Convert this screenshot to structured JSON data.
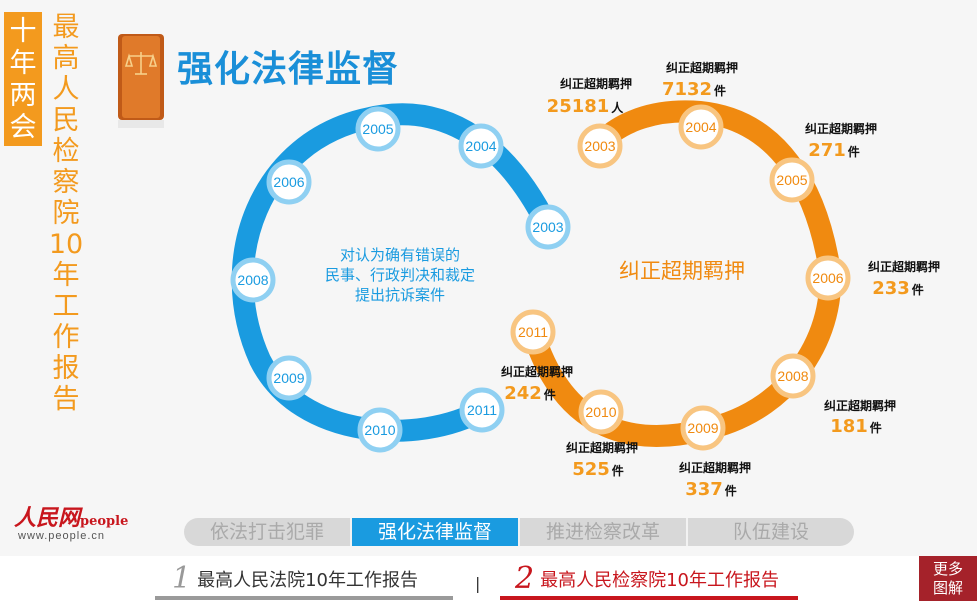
{
  "side_tag": "十年两会",
  "side_title": "最高人民检察院10年工作报告",
  "main_title": "强化法律监督",
  "blue_ring_text": [
    "对认为确有错误的",
    "民事、行政判决和裁定",
    "提出抗诉案件"
  ],
  "orange_ring_text": "纠正超期羁押",
  "chart_data": {
    "type": "scatter",
    "title": "强化法律监督",
    "series": [
      {
        "name": "对认为确有错误的民事、行政判决和裁定提出抗诉案件",
        "points": [
          {
            "year": "2003"
          },
          {
            "year": "2004"
          },
          {
            "year": "2005"
          },
          {
            "year": "2006"
          },
          {
            "year": "2008"
          },
          {
            "year": "2009"
          },
          {
            "year": "2010"
          },
          {
            "year": "2011"
          }
        ]
      },
      {
        "name": "纠正超期羁押",
        "points": [
          {
            "year": "2003",
            "label": "纠正超期羁押",
            "value": "25181",
            "unit": "人"
          },
          {
            "year": "2004",
            "label": "纠正超期羁押",
            "value": "7132",
            "unit": "件"
          },
          {
            "year": "2005",
            "label": "纠正超期羁押",
            "value": "271",
            "unit": "件"
          },
          {
            "year": "2006",
            "label": "纠正超期羁押",
            "value": "233",
            "unit": "件"
          },
          {
            "year": "2008",
            "label": "纠正超期羁押",
            "value": "181",
            "unit": "件"
          },
          {
            "year": "2009",
            "label": "纠正超期羁押",
            "value": "337",
            "unit": "件"
          },
          {
            "year": "2010",
            "label": "纠正超期羁押",
            "value": "525",
            "unit": "件"
          },
          {
            "year": "2011",
            "label": "纠正超期羁押",
            "value": "242",
            "unit": "件"
          }
        ]
      }
    ]
  },
  "colors": {
    "blue": "#1a9be0",
    "orange": "#f08a10",
    "number": "#f39a1e",
    "red": "#c8161d"
  },
  "logo": {
    "name": "人民网",
    "suffix": "people",
    "url": "www.people.cn"
  },
  "tabs": [
    {
      "label": "依法打击犯罪",
      "active": false
    },
    {
      "label": "强化法律监督",
      "active": true
    },
    {
      "label": "推进检察改革",
      "active": false
    },
    {
      "label": "队伍建设",
      "active": false
    }
  ],
  "footer": {
    "report1": {
      "num": "1",
      "label": "最高人民法院10年工作报告"
    },
    "divider": "|",
    "report2": {
      "num": "2",
      "label": "最高人民检察院10年工作报告"
    },
    "more": [
      "更多",
      "图解"
    ]
  }
}
